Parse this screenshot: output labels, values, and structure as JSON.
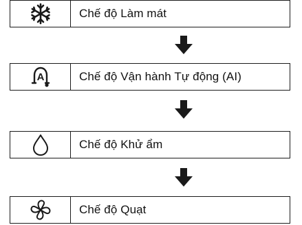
{
  "modes": [
    {
      "icon": "snowflake-icon",
      "label": "Chế độ Làm mát"
    },
    {
      "icon": "auto-bell-icon",
      "label": "Chế độ Vận hành Tự động (AI)",
      "icon_text": "A"
    },
    {
      "icon": "droplet-icon",
      "label": "Chế độ Khử ẩm"
    },
    {
      "icon": "fan-icon",
      "label": "Chế độ Quạt"
    }
  ],
  "arrow_icon": "arrow-down-icon",
  "colors": {
    "line": "#1a1a1a",
    "text": "#111111",
    "background": "#ffffff"
  }
}
